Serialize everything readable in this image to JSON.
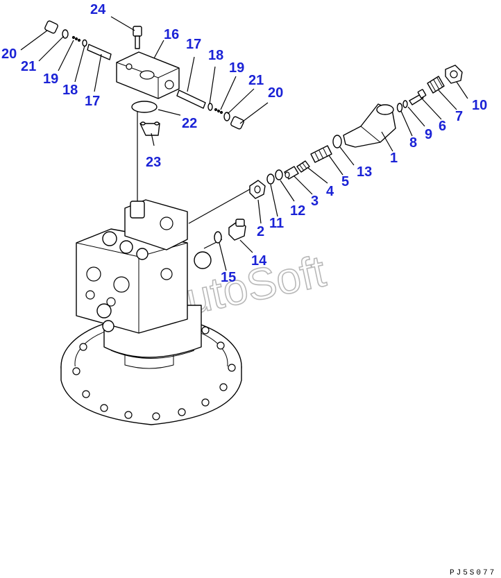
{
  "watermark": "AutoSoft",
  "drawing_code": "PJ5S077",
  "callouts": [
    {
      "id": "c24a",
      "label": "24"
    },
    {
      "id": "c16",
      "label": "16"
    },
    {
      "id": "c20a",
      "label": "20"
    },
    {
      "id": "c21a",
      "label": "21"
    },
    {
      "id": "c19a",
      "label": "19"
    },
    {
      "id": "c18a",
      "label": "18"
    },
    {
      "id": "c17a",
      "label": "17"
    },
    {
      "id": "c17b",
      "label": "17"
    },
    {
      "id": "c18b",
      "label": "18"
    },
    {
      "id": "c19b",
      "label": "19"
    },
    {
      "id": "c21b",
      "label": "21"
    },
    {
      "id": "c20b",
      "label": "20"
    },
    {
      "id": "c22",
      "label": "22"
    },
    {
      "id": "c23",
      "label": "23"
    },
    {
      "id": "c10",
      "label": "10"
    },
    {
      "id": "c7",
      "label": "7"
    },
    {
      "id": "c6",
      "label": "6"
    },
    {
      "id": "c9",
      "label": "9"
    },
    {
      "id": "c8",
      "label": "8"
    },
    {
      "id": "c1",
      "label": "1"
    },
    {
      "id": "c13",
      "label": "13"
    },
    {
      "id": "c5",
      "label": "5"
    },
    {
      "id": "c4",
      "label": "4"
    },
    {
      "id": "c3",
      "label": "3"
    },
    {
      "id": "c12",
      "label": "12"
    },
    {
      "id": "c11",
      "label": "11"
    },
    {
      "id": "c2",
      "label": "2"
    },
    {
      "id": "c14",
      "label": "14"
    },
    {
      "id": "c15",
      "label": "15"
    }
  ]
}
